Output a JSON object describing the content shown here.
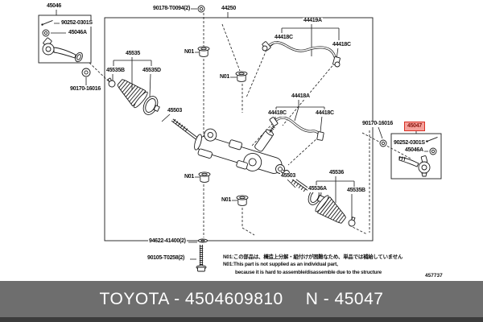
{
  "labels": [
    {
      "id": "45046",
      "text": "45046"
    },
    {
      "id": "90252-0301S-left",
      "text": "90252-0301S"
    },
    {
      "id": "45046A-left",
      "text": "45046A"
    },
    {
      "id": "90170-16016-left",
      "text": "90170-16016"
    },
    {
      "id": "45535B-left",
      "text": "45535B"
    },
    {
      "id": "45535",
      "text": "45535"
    },
    {
      "id": "45535D",
      "text": "45535D"
    },
    {
      "id": "90178-T0094",
      "text": "90178-T0094(2)"
    },
    {
      "id": "44250",
      "text": "44250"
    },
    {
      "id": "44419A",
      "text": "44419A"
    },
    {
      "id": "44418C-1",
      "text": "44418C"
    },
    {
      "id": "44418C-2",
      "text": "44418C"
    },
    {
      "id": "44418A",
      "text": "44418A"
    },
    {
      "id": "44418C-3",
      "text": "44418C"
    },
    {
      "id": "44418C-4",
      "text": "44418C"
    },
    {
      "id": "N01-1",
      "text": "N01"
    },
    {
      "id": "N01-2",
      "text": "N01"
    },
    {
      "id": "45503-left",
      "text": "45503"
    },
    {
      "id": "N01-3",
      "text": "N01"
    },
    {
      "id": "N01-4",
      "text": "N01"
    },
    {
      "id": "45503-right",
      "text": "45503"
    },
    {
      "id": "45536",
      "text": "45536"
    },
    {
      "id": "45536A",
      "text": "45536A"
    },
    {
      "id": "45535B-right",
      "text": "45535B"
    },
    {
      "id": "90170-16016-right",
      "text": "90170-16016"
    },
    {
      "id": "45047",
      "text": "45047",
      "highlighted": true
    },
    {
      "id": "90252-0301S-right",
      "text": "90252-0301S"
    },
    {
      "id": "45046A-right",
      "text": "45046A"
    },
    {
      "id": "94622-41400",
      "text": "94622-41400(2)"
    },
    {
      "id": "90105-T0258",
      "text": "90105-T0258(2)"
    }
  ],
  "notes": {
    "line1_jp": "N01:この部品は、構造上分解・組付けが困難なため、単品では補給していません",
    "line2_en": "N01:This part is not supplied as an individual part,",
    "line3_en": "because it is hard to assemble/disassemble due to the structure"
  },
  "sheet_number": "457737",
  "footer": {
    "left_text": "TOYOTA - 4504609810",
    "right_text": "N - 45047"
  },
  "colors": {
    "line": "#1a1a1a",
    "highlight_bg": "#f5a09a",
    "highlight_border": "#d93025",
    "highlight_text": "#8c1610",
    "footer_bg": "#6e6e6e",
    "footer_strip": "#3c3c3c",
    "footer_text": "#ffffff"
  },
  "icons": [
    {
      "name": "nut-icon"
    },
    {
      "name": "grommet-icon"
    },
    {
      "name": "washer-icon"
    },
    {
      "name": "cotter-pin-icon"
    },
    {
      "name": "clamp-icon"
    },
    {
      "name": "bolt-icon"
    }
  ]
}
